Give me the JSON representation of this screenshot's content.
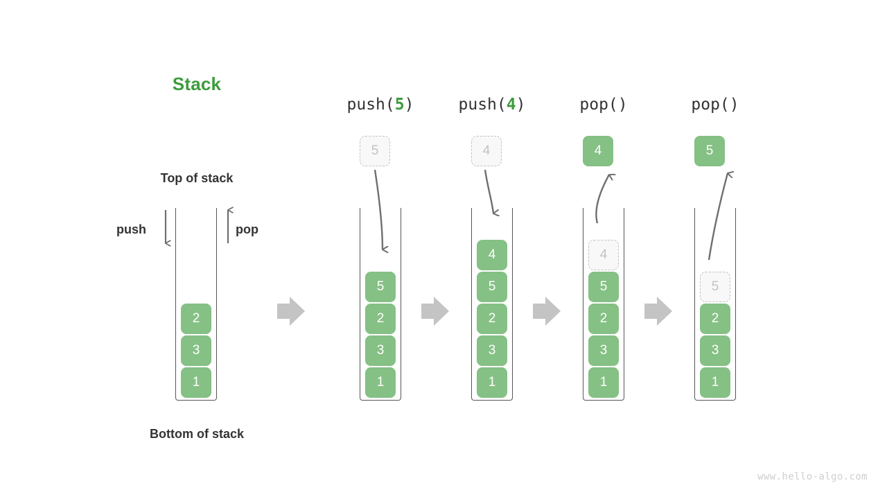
{
  "title": "Stack",
  "labels": {
    "top_of_stack": "Top of stack",
    "bottom_of_stack": "Bottom of stack",
    "push": "push",
    "pop": "pop"
  },
  "watermark": "www.hello-algo.com",
  "colors": {
    "accent_green": "#3d9c3d",
    "cell_green": "#85c085",
    "ghost_fill": "#f8f8f8",
    "ghost_border": "#c2c2c2",
    "arrow_gray": "#6f6f6f",
    "step_arrow_gray": "#c4c4c4",
    "container_border": "#555555",
    "text_dark": "#333333"
  },
  "initial_stack": {
    "name": "initial",
    "items": [
      "2",
      "3",
      "1"
    ]
  },
  "steps": [
    {
      "header_prefix": "push(",
      "header_arg": "5",
      "header_suffix": ")",
      "operation": "push",
      "operand": "5",
      "floating_cell": {
        "value": "5",
        "style": "ghost",
        "position": "above"
      },
      "items": [
        "5",
        "2",
        "3",
        "1"
      ],
      "ghost_index": -1
    },
    {
      "header_prefix": "push(",
      "header_arg": "4",
      "header_suffix": ")",
      "operation": "push",
      "operand": "4",
      "floating_cell": {
        "value": "4",
        "style": "ghost",
        "position": "above"
      },
      "items": [
        "4",
        "5",
        "2",
        "3",
        "1"
      ],
      "ghost_index": -1
    },
    {
      "header_prefix": "pop(",
      "header_arg": "",
      "header_suffix": ")",
      "operation": "pop",
      "operand": "4",
      "floating_cell": {
        "value": "4",
        "style": "solid",
        "position": "above"
      },
      "items": [
        "4",
        "5",
        "2",
        "3",
        "1"
      ],
      "ghost_index": 0
    },
    {
      "header_prefix": "pop(",
      "header_arg": "",
      "header_suffix": ")",
      "operation": "pop",
      "operand": "5",
      "floating_cell": {
        "value": "5",
        "style": "solid",
        "position": "above"
      },
      "items": [
        "5",
        "2",
        "3",
        "1"
      ],
      "ghost_index": 0
    }
  ],
  "step_arrows": [
    {
      "name": "step-arrow-1"
    },
    {
      "name": "step-arrow-2"
    },
    {
      "name": "step-arrow-3"
    },
    {
      "name": "step-arrow-4"
    }
  ]
}
